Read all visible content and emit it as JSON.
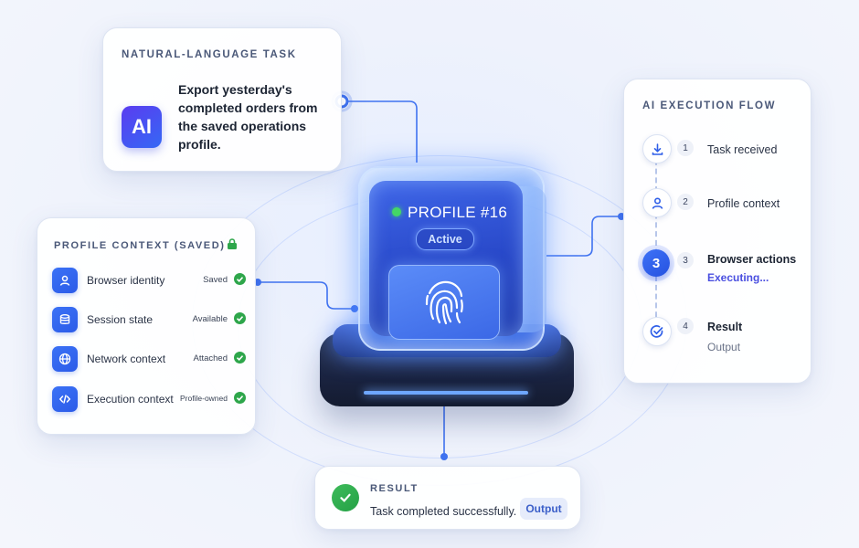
{
  "task": {
    "heading": "NATURAL-LANGUAGE TASK",
    "badge": "AI",
    "text": "Export yesterday's completed orders from the saved operations profile."
  },
  "profile_context": {
    "heading": "PROFILE CONTEXT (SAVED)",
    "icons": {
      "heading": "lock-icon"
    },
    "items": [
      {
        "label": "Browser identity",
        "status": "Saved",
        "icon": "user-icon"
      },
      {
        "label": "Session state",
        "status": "Available",
        "icon": "database-icon"
      },
      {
        "label": "Network context",
        "status": "Attached",
        "icon": "globe-icon"
      },
      {
        "label": "Execution context",
        "status": "Profile-owned",
        "icon": "code-icon"
      }
    ]
  },
  "device": {
    "profile_name": "PROFILE #16",
    "status": "Active",
    "icon": "fingerprint-icon"
  },
  "flow": {
    "heading": "AI EXECUTION FLOW",
    "steps": [
      {
        "num": "1",
        "label": "Task received",
        "icon": "download-icon"
      },
      {
        "num": "2",
        "label": "Profile context",
        "icon": "user-icon"
      },
      {
        "num": "3",
        "label": "Browser actions",
        "sub": "Executing...",
        "active_label": "3"
      },
      {
        "num": "4",
        "label": "Result",
        "sub": "Output",
        "icon": "check-circle-icon"
      }
    ]
  },
  "result": {
    "heading": "RESULT",
    "text": "Task completed successfully.",
    "button": "Output"
  },
  "colors": {
    "accent": "#2f5fe8",
    "success": "#2ea64b",
    "executing": "#4a4fe0"
  }
}
